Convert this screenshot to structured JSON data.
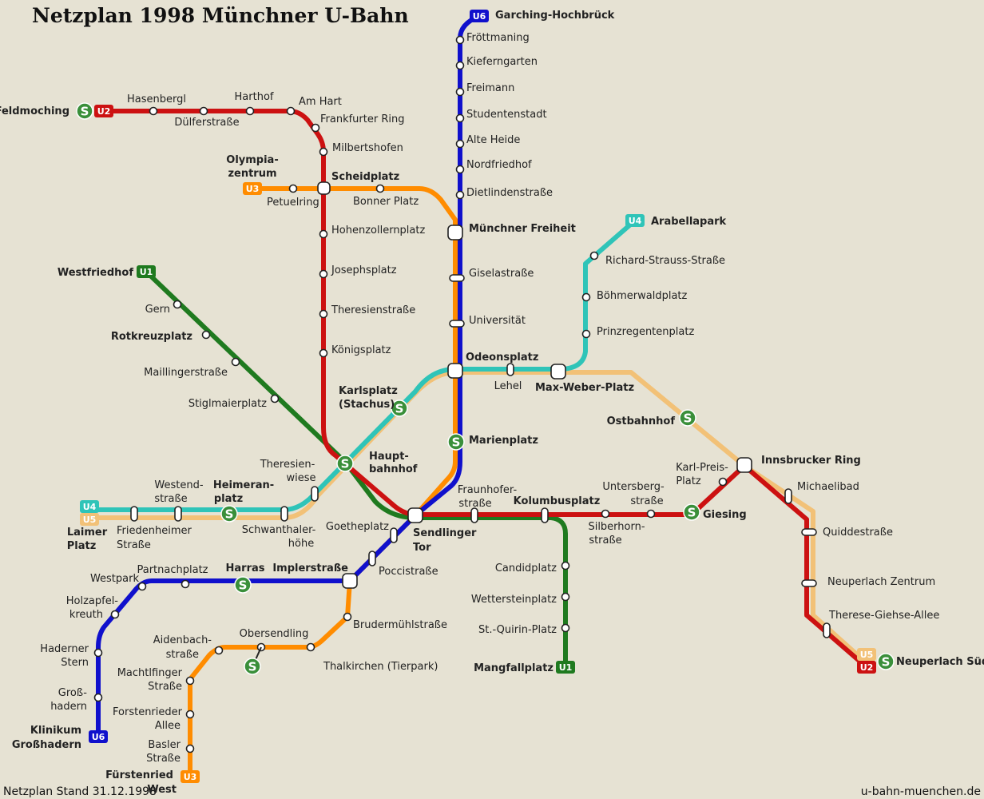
{
  "title": "Netzplan 1998 Münchner U-Bahn",
  "footer_left": "Netzplan Stand 31.12.1998",
  "footer_right": "u-bahn-muenchen.de",
  "colors": {
    "background": "#e6e2d3",
    "U1": "#1f7a1f",
    "U2": "#cc1111",
    "U3": "#ff8c00",
    "U4": "#2fc4b8",
    "U5": "#f2c177",
    "U6": "#1010cc",
    "sbahn": "#3a8f3a"
  },
  "lines": {
    "U1": "U1",
    "U2": "U2",
    "U3": "U3",
    "U4": "U4",
    "U5": "U5",
    "U6": "U6"
  },
  "sbahn_symbol": "S",
  "stations": {
    "garching_hochbrueck": "Garching-Hochbrück",
    "froettmaning": "Fröttmaning",
    "kieferngarten": "Kieferngarten",
    "freimann": "Freimann",
    "studentenstadt": "Studentenstadt",
    "alte_heide": "Alte Heide",
    "nordfriedhof": "Nordfriedhof",
    "dietlindenstrasse": "Dietlindenstraße",
    "muenchner_freiheit": "Münchner Freiheit",
    "giselastrasse": "Giselastraße",
    "universitaet": "Universität",
    "odeonsplatz": "Odeonsplatz",
    "marienplatz": "Marienplatz",
    "sendlinger_tor_1": "Sendlinger",
    "sendlinger_tor_2": "Tor",
    "goetheplatz": "Goetheplatz",
    "poccistrasse": "Poccistraße",
    "implerstrasse": "Implerstraße",
    "harras": "Harras",
    "partnachplatz": "Partnachplatz",
    "westpark": "Westpark",
    "holzapfelkreuth_1": "Holzapfel-",
    "holzapfelkreuth_2": "kreuth",
    "haderner_stern_1": "Haderner",
    "haderner_stern_2": "Stern",
    "grosshadern_1": "Groß-",
    "grosshadern_2": "hadern",
    "klinikum_1": "Klinikum",
    "klinikum_2": "Großhadern",
    "feldmoching": "Feldmoching",
    "hasenbergl": "Hasenbergl",
    "duelferstrasse": "Dülferstraße",
    "harthof": "Harthof",
    "am_hart": "Am Hart",
    "frankfurter_ring": "Frankfurter Ring",
    "milbertshofen": "Milbertshofen",
    "olympiazentrum_1": "Olympia-",
    "olympiazentrum_2": "zentrum",
    "petuelring": "Petuelring",
    "scheidplatz": "Scheidplatz",
    "bonner_platz": "Bonner Platz",
    "hohenzollernplatz": "Hohenzollernplatz",
    "josephsplatz": "Josephsplatz",
    "theresienstrasse": "Theresienstraße",
    "koenigsplatz": "Königsplatz",
    "karlsplatz_1": "Karlsplatz",
    "karlsplatz_2": "(Stachus)",
    "hauptbahnhof_1": "Haupt-",
    "hauptbahnhof_2": "bahnhof",
    "fraunhoferstrasse_1": "Fraunhofer-",
    "fraunhoferstrasse_2": "straße",
    "kolumbusplatz": "Kolumbusplatz",
    "silberhornstrasse_1": "Silberhorn-",
    "silberhornstrasse_2": "straße",
    "untersbergstrasse_1": "Untersberg-",
    "untersbergstrasse_2": "straße",
    "giesing": "Giesing",
    "karl_preis_platz_1": "Karl-Preis-",
    "karl_preis_platz_2": "Platz",
    "innsbrucker_ring": "Innsbrucker Ring",
    "michaelibad": "Michaelibad",
    "quiddestrasse": "Quiddestraße",
    "neuperlach_zentrum": "Neuperlach Zentrum",
    "therese_giehse_allee": "Therese-Giehse-Allee",
    "neuperlach_sued": "Neuperlach Süd",
    "westfriedhof": "Westfriedhof",
    "gern": "Gern",
    "rotkreuzplatz": "Rotkreuzplatz",
    "maillingerstrasse": "Maillingerstraße",
    "stiglmaierplatz": "Stiglmaierplatz",
    "candidplatz": "Candidplatz",
    "wettersteinplatz": "Wettersteinplatz",
    "st_quirin_platz": "St.-Quirin-Platz",
    "mangfallplatz": "Mangfallplatz",
    "arabellapark": "Arabellapark",
    "richard_strauss_strasse": "Richard-Strauss-Straße",
    "boehmerwaldplatz": "Böhmerwaldplatz",
    "prinzregentenplatz": "Prinzregentenplatz",
    "lehel": "Lehel",
    "max_weber_platz": "Max-Weber-Platz",
    "ostbahnhof": "Ostbahnhof",
    "theresienwiese_1": "Theresien-",
    "theresienwiese_2": "wiese",
    "heimeranplatz_1": "Heimeran-",
    "heimeranplatz_2": "platz",
    "westendstrasse_1": "Westend-",
    "westendstrasse_2": "straße",
    "friedenheimer_1": "Friedenheimer",
    "friedenheimer_2": "Straße",
    "laimer_1": "Laimer",
    "laimer_2": "Platz",
    "schwanthalerhoehe_1": "Schwanthaler-",
    "schwanthalerhoehe_2": "höhe",
    "brudermuehlstrasse": "Brudermühlstraße",
    "thalkirchen": "Thalkirchen (Tierpark)",
    "obersendling": "Obersendling",
    "aidenbachstrasse_1": "Aidenbach-",
    "aidenbachstrasse_2": "straße",
    "machtlfinger_1": "Machtlfinger",
    "machtlfinger_2": "Straße",
    "forstenrieder_allee_1": "Forstenrieder",
    "forstenrieder_allee_2": "Allee",
    "basler_1": "Basler",
    "basler_2": "Straße",
    "fuerstenried_1": "Fürstenried",
    "fuerstenried_2": "West"
  }
}
